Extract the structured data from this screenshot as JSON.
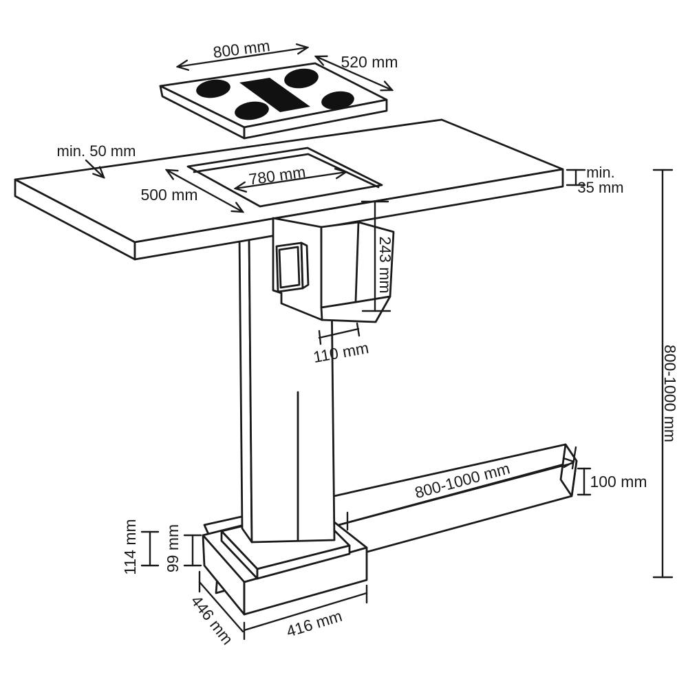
{
  "diagram": {
    "type": "technical-installation-drawing",
    "subject": "Height-adjustable induction hob lift column with worktop cutout, foot rail and base plate",
    "background": "#ffffff",
    "line_color": "#1a1a1a"
  },
  "labels": {
    "hob_width": "800 mm",
    "hob_depth": "520 mm",
    "clearance_back": "min. 50 mm",
    "cutout_depth": "500 mm",
    "cutout_width": "780 mm",
    "worktop_thickness_line1": "min.",
    "worktop_thickness_line2": "35 mm",
    "housing_height": "243 mm",
    "housing_bottom_width": "110 mm",
    "column_height_range": "800-1000 mm",
    "foot_length_range": "800-1000 mm",
    "foot_height": "100 mm",
    "base_total_height": "114 mm",
    "base_plate_height": "99 mm",
    "base_depth": "446 mm",
    "base_width": "416 mm"
  }
}
